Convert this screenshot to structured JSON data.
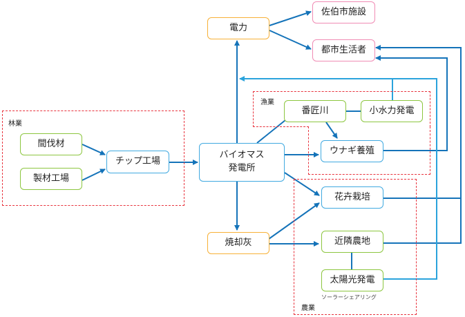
{
  "diagram": {
    "groups": {
      "forestry": "林業",
      "fishery": "漁業",
      "agriculture": "農業"
    },
    "nodes": {
      "thinning_wood": "間伐材",
      "sawmill": "製材工場",
      "chip_factory": "チップ工場",
      "biomass_plant_line1": "バイオマス",
      "biomass_plant_line2": "発電所",
      "electricity": "電力",
      "saiki_facilities": "佐伯市施設",
      "urban_residents": "都市生活者",
      "bansho_river": "番匠川",
      "small_hydro": "小水力発電",
      "eel_farming": "ウナギ養殖",
      "flower_cultivation": "花卉栽培",
      "incineration_ash": "焼却灰",
      "nearby_farmland": "近隣農地",
      "solar_power": "太陽光発電"
    },
    "notes": {
      "solar_sharing": "ソーラーシェアリング"
    },
    "colors": {
      "dark_arrow": "#1473b9",
      "light_arrow": "#2aa3dc",
      "group_border": "#e8323c",
      "green_node": "#8cc63f",
      "blue_node": "#3fa9e0",
      "orange_node": "#f7b036",
      "pink_node": "#f08bb4"
    },
    "edges": [
      {
        "from": "間伐材",
        "to": "チップ工場"
      },
      {
        "from": "製材工場",
        "to": "チップ工場"
      },
      {
        "from": "チップ工場",
        "to": "バイオマス発電所"
      },
      {
        "from": "バイオマス発電所",
        "to": "電力"
      },
      {
        "from": "電力",
        "to": "佐伯市施設"
      },
      {
        "from": "電力",
        "to": "都市生活者"
      },
      {
        "from": "バイオマス発電所",
        "to": "番匠川",
        "arrow": false
      },
      {
        "from": "番匠川",
        "to": "小水力発電",
        "arrow": false
      },
      {
        "from": "番匠川",
        "to": "ウナギ養殖"
      },
      {
        "from": "バイオマス発電所",
        "to": "ウナギ養殖"
      },
      {
        "from": "バイオマス発電所",
        "to": "焼却灰"
      },
      {
        "from": "バイオマス発電所",
        "to": "花卉栽培"
      },
      {
        "from": "焼却灰",
        "to": "花卉栽培"
      },
      {
        "from": "焼却灰",
        "to": "近隣農地"
      },
      {
        "from": "近隣農地",
        "to": "太陽光発電",
        "arrow": false
      },
      {
        "from": "ウナギ養殖",
        "to": "都市生活者"
      },
      {
        "from": "花卉栽培",
        "to": "都市生活者"
      },
      {
        "from": "近隣農地",
        "to": "都市生活者"
      },
      {
        "from": "小水力発電",
        "to": "電力"
      },
      {
        "from": "太陽光発電",
        "to": "電力"
      }
    ]
  }
}
